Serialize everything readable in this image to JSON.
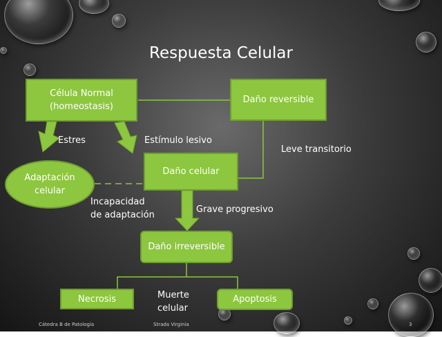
{
  "title": "Respuesta Celular",
  "nodes": {
    "normal": "Célula Normal\n(homeostasis)",
    "reversible": "Daño reversible",
    "adaptacion": "Adaptación\ncelular",
    "dano_celular": "Daño celular",
    "irreversible": "Daño irreversible",
    "necrosis": "Necrosis",
    "apoptosis": "Apoptosis"
  },
  "labels": {
    "estres": "Estres",
    "estimulo": "Estímulo lesivo",
    "leve": "Leve transitorio",
    "incapacidad": "Incapacidad\nde adaptación",
    "grave": "Grave progresivo",
    "muerte": "Muerte\ncelular"
  },
  "footer": {
    "left": "Cátedra B de Patología",
    "center": "Strada Virginia",
    "page": "3"
  },
  "colors": {
    "node_fill": "#8dc63f",
    "text": "#ffffff"
  }
}
